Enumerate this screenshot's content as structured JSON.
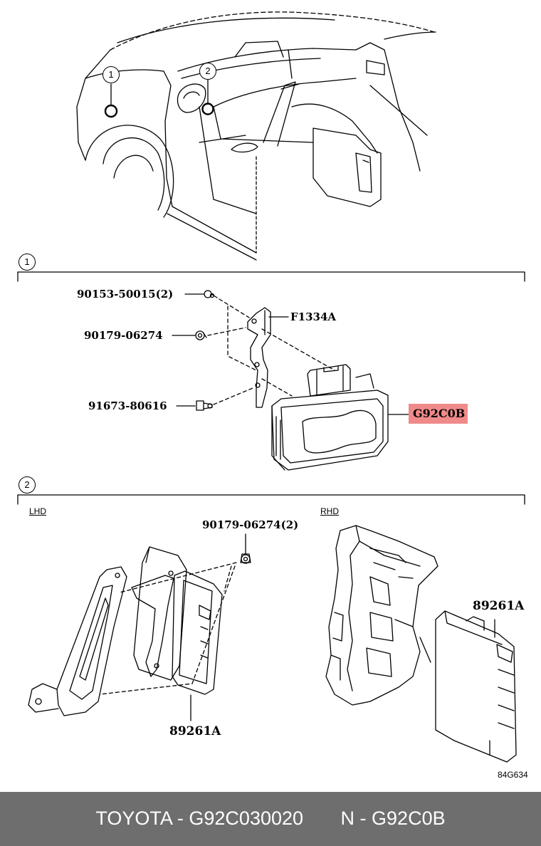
{
  "callouts": {
    "one": "1",
    "two": "2"
  },
  "section1": {
    "marker": "1",
    "parts": {
      "bolt": "90153-50015(2)",
      "bracket": "F1334A",
      "nut": "90179-06274",
      "screw": "91673-80616",
      "module": "G92C0B"
    }
  },
  "section2": {
    "marker": "2",
    "lhd_label": "LHD",
    "rhd_label": "RHD",
    "parts": {
      "nut": "90179-06274(2)",
      "ecu_lhd": "89261A",
      "ecu_rhd": "89261A"
    }
  },
  "illustration_code": "84G634",
  "footer": {
    "brand_part": "TOYOTA - G92C030020",
    "part_code": "N - G92C0B"
  },
  "colors": {
    "highlight": "#f08a8a",
    "footer_bg": "#6e6e6e",
    "footer_text": "#ffffff"
  }
}
